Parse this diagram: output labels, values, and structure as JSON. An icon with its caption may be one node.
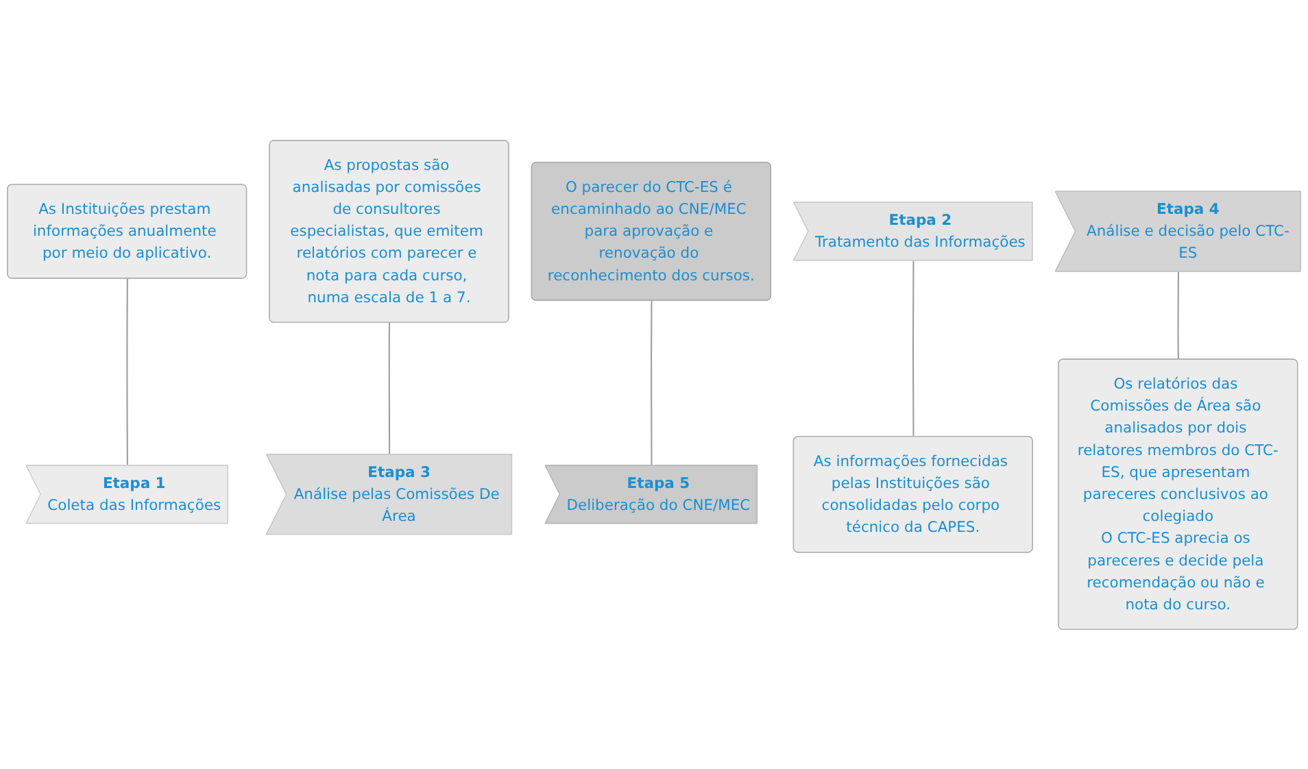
{
  "diagram": {
    "nodes": [
      {
        "text": [
          "As Instituições prestam informações anualmente por meio do aplicativo."
        ]
      },
      {
        "text": [
          "As propostas são analisadas por comissões de consultores especialistas, que emitem relatórios com parecer e nota para cada curso, numa escala de 1 a 7."
        ]
      },
      {
        "text": [
          "O parecer do CTC-ES é encaminhado ao CNE/MEC para aprovação e renovação do reconhecimento dos cursos."
        ]
      },
      {
        "text": [
          "Etapa 1",
          "Coleta das Informações"
        ]
      },
      {
        "text": [
          "Etapa 2",
          "Tratamento das Informações"
        ]
      },
      {
        "text": [
          "Etapa 3",
          "Análise pelas Comissões De Área"
        ]
      },
      {
        "text": [
          "Etapa 4",
          "Análise e decisão pelo CTC-ES"
        ]
      },
      {
        "text": [
          "Etapa 5",
          "Deliberação do CNE/MEC"
        ]
      },
      {
        "text": [
          "As informações fornecidas pelas Instituições são consolidadas pelo corpo técnico da CAPES."
        ]
      },
      {
        "text": [
          "Os relatórios das Comissões de Área são analisados por dois relatores membros do CTC-ES, que apresentam pareceres conclusivos ao colegiado",
          "O CTC-ES aprecia os pareceres e decide pela recomendação ou não e nota do curso."
        ]
      }
    ],
    "edges": [
      {
        "from": 0,
        "to": 3,
        "arrow": "none"
      },
      {
        "from": 1,
        "to": 5,
        "arrow": "none"
      },
      {
        "from": 2,
        "to": 7,
        "arrow": "none"
      },
      {
        "from": 4,
        "to": 8,
        "arrow": "none"
      },
      {
        "from": 6,
        "to": 9,
        "arrow": "none"
      }
    ]
  }
}
